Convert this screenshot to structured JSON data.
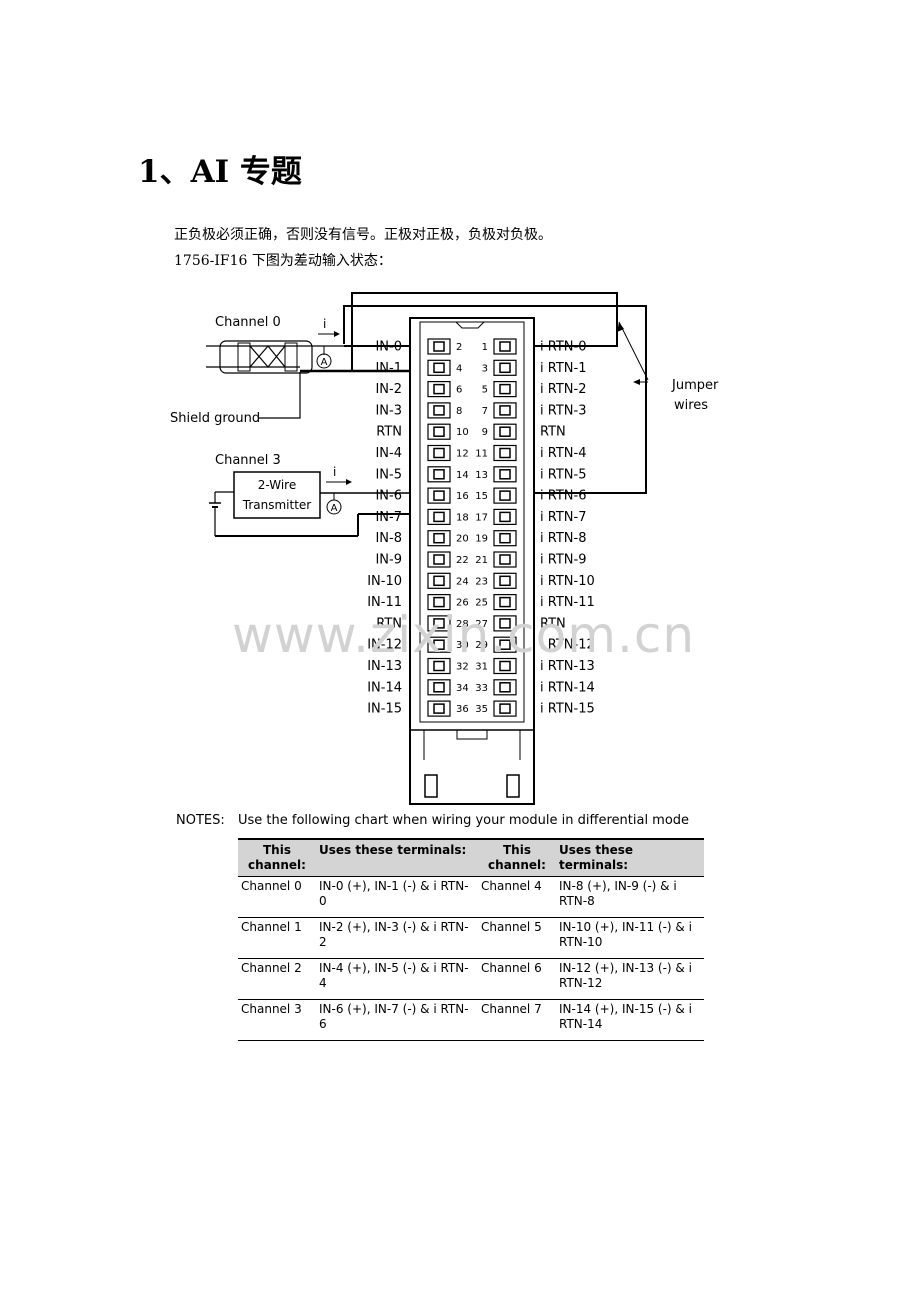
{
  "heading": "1、AI 专题",
  "paragraphs": [
    "正负极必须正确，否则没有信号。正极对正极，负极对负极。",
    "1756-IF16 下图为差动输入状态："
  ],
  "diagram": {
    "channel0_label": "Channel 0",
    "channel3_label": "Channel 3",
    "shield_ground_label": "Shield ground",
    "transmitter_line1": "2-Wire",
    "transmitter_line2": "Transmitter",
    "current_label": "i",
    "ammeter_symbol": "A",
    "jumper_line1": "Jumper",
    "jumper_line2": "wires",
    "left_labels": [
      "IN-0",
      "IN-1",
      "IN-2",
      "IN-3",
      "RTN",
      "IN-4",
      "IN-5",
      "IN-6",
      "IN-7",
      "IN-8",
      "IN-9",
      "IN-10",
      "IN-11",
      "RTN",
      "IN-12",
      "IN-13",
      "IN-14",
      "IN-15"
    ],
    "right_labels": [
      "i RTN-0",
      "i RTN-1",
      "i RTN-2",
      "i RTN-3",
      "RTN",
      "i RTN-4",
      "i RTN-5",
      "i RTN-6",
      "i RTN-7",
      "i RTN-8",
      "i RTN-9",
      "i RTN-10",
      "i RTN-11",
      "RTN",
      "i RTN-12",
      "i RTN-13",
      "i RTN-14",
      "i RTN-15"
    ],
    "left_numbers": [
      "2",
      "4",
      "6",
      "8",
      "10",
      "12",
      "14",
      "16",
      "18",
      "20",
      "22",
      "24",
      "26",
      "28",
      "30",
      "32",
      "34",
      "36"
    ],
    "right_numbers": [
      "1",
      "3",
      "5",
      "7",
      "9",
      "11",
      "13",
      "15",
      "17",
      "19",
      "21",
      "23",
      "25",
      "27",
      "29",
      "31",
      "33",
      "35"
    ]
  },
  "notes_label": "NOTES:",
  "notes_text": "Use the following chart when wiring your module in differential mode",
  "table": {
    "headers": [
      "This channel:",
      "Uses these terminals:",
      "This channel:",
      "Uses these terminals:"
    ],
    "rows": [
      [
        "Channel 0",
        "IN-0 (+), IN-1 (-) & i RTN-0",
        "Channel 4",
        "IN-8 (+), IN-9 (-) & i RTN-8"
      ],
      [
        "Channel 1",
        "IN-2 (+), IN-3 (-) & i RTN-2",
        "Channel 5",
        "IN-10 (+), IN-11 (-) & i RTN-10"
      ],
      [
        "Channel 2",
        "IN-4 (+), IN-5 (-) & i RTN-4",
        "Channel 6",
        "IN-12 (+), IN-13 (-) & i RTN-12"
      ],
      [
        "Channel 3",
        "IN-6 (+), IN-7 (-) & i RTN-6",
        "Channel 7",
        "IN-14 (+), IN-15 (-) & i RTN-14"
      ]
    ]
  },
  "watermark": "www.zixin.com.cn"
}
